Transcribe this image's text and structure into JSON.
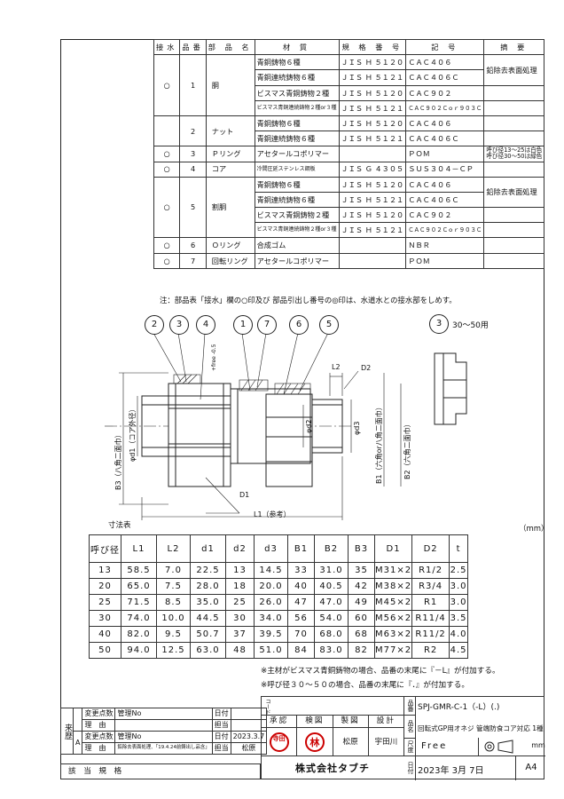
{
  "parts_table": {
    "headers": [
      "接水",
      "品番",
      "部 品 名",
      "材 質",
      "規 格 番 号",
      "記 号",
      "摘 要"
    ],
    "rows": [
      {
        "seg": "A",
        "first": true,
        "span": 4,
        "water": "○",
        "no": "1",
        "name": "胴",
        "material": "青銅鋳物６種",
        "standard": "ＪＩＳ Ｈ ５１２０",
        "symbol": "ＣＡＣ４０６",
        "remark": "鉛除去表面処理"
      },
      {
        "seg": "A",
        "material": "青銅連続鋳物６種",
        "standard": "ＪＩＳ Ｈ ５１２１",
        "symbol": "ＣＡＣ４０６Ｃ",
        "remark": ""
      },
      {
        "seg": "A",
        "material": "ビスマス青銅鋳物２種",
        "standard": "ＪＩＳ Ｈ ５１２０",
        "symbol": "ＣＡＣ９０２",
        "remark": ""
      },
      {
        "seg": "A",
        "material": "ビスマス青銅連続鋳物２種or３種",
        "standard": "ＪＩＳ Ｈ ５１２１",
        "symbol": "ＣＡＣ９０２Ｃｏｒ９０３Ｃ",
        "remark": ""
      },
      {
        "seg": "B",
        "first": true,
        "span": 2,
        "water": "",
        "no": "2",
        "name": "ナット",
        "material": "青銅鋳物６種",
        "standard": "ＪＩＳ Ｈ ５１２０",
        "symbol": "ＣＡＣ４０６",
        "remark": ""
      },
      {
        "seg": "B",
        "material": "青銅連続鋳物６種",
        "standard": "ＪＩＳ Ｈ ５１２１",
        "symbol": "ＣＡＣ４０６Ｃ",
        "remark": ""
      },
      {
        "seg": "C",
        "first": true,
        "span": 1,
        "water": "○",
        "no": "3",
        "name": "Ｐリング",
        "material": "アセタールコポリマー",
        "standard": "",
        "symbol": "ＰＯＭ",
        "remark": "呼び径13～25は白色\n呼び径30～50は緑色"
      },
      {
        "seg": "D",
        "first": true,
        "span": 1,
        "water": "○",
        "no": "4",
        "name": "コア",
        "material": "冷間圧延ステンレス鋼板",
        "standard": "ＪＩＳ Ｇ ４３０５",
        "symbol": "ＳＵＳ３０４－ＣＰ",
        "remark": ""
      },
      {
        "seg": "E",
        "first": true,
        "span": 4,
        "water": "○",
        "no": "5",
        "name": "割胴",
        "material": "青銅鋳物６種",
        "standard": "ＪＩＳ Ｈ ５１２０",
        "symbol": "ＣＡＣ４０６",
        "remark": "鉛除去表面処理"
      },
      {
        "seg": "E",
        "material": "青銅連続鋳物６種",
        "standard": "ＪＩＳ Ｈ ５１２１",
        "symbol": "ＣＡＣ４０６Ｃ",
        "remark": ""
      },
      {
        "seg": "E",
        "material": "ビスマス青銅鋳物２種",
        "standard": "ＪＩＳ Ｈ ５１２０",
        "symbol": "ＣＡＣ９０２",
        "remark": ""
      },
      {
        "seg": "E",
        "material": "ビスマス青銅連続鋳物２種or３種",
        "standard": "ＪＩＳ Ｈ ５１２１",
        "symbol": "ＣＡＣ９０２Ｃｏｒ９０３Ｃ",
        "remark": ""
      },
      {
        "seg": "F",
        "first": true,
        "span": 1,
        "water": "○",
        "no": "6",
        "name": "Ｏリング",
        "material": "合成ゴム",
        "standard": "",
        "symbol": "ＮＢＲ",
        "remark": ""
      },
      {
        "seg": "G",
        "first": true,
        "span": 1,
        "water": "○",
        "no": "7",
        "name": "回転リング",
        "material": "アセタールコポリマー",
        "standard": "",
        "symbol": "ＰＯＭ",
        "remark": ""
      }
    ]
  },
  "note_parts": "注：部品表「接水」欄の○印及び 部品引出し番号の◎印は、水道水との接水部をしめす。",
  "drawing": {
    "balloons": [
      "2",
      "3",
      "4",
      "1",
      "7",
      "6",
      "5"
    ],
    "detail_balloon": "3",
    "detail_label": "30～50用",
    "labels": {
      "L2": "L2",
      "D2": "D2",
      "D1": "D1",
      "L1": "L1（参考）",
      "d1": "φd1（コア外径）",
      "d2": "φd2",
      "d3": "φd3",
      "B1": "B1（六角or八角二面巾）",
      "B2": "B2（六角二面巾）",
      "B3": "B3（八角二面巾）",
      "free": "+free -0.5"
    }
  },
  "dims_label": "寸法表",
  "dims_unit": "（mm）",
  "dims_table": {
    "headers": [
      "呼び径",
      "L1",
      "L2",
      "d1",
      "d2",
      "d3",
      "B1",
      "B2",
      "B3",
      "D1",
      "D2",
      "t"
    ],
    "rows": [
      [
        "13",
        "58.5",
        "7.0",
        "22.5",
        "13",
        "14.5",
        "33",
        "31.0",
        "35",
        "M31×2",
        "R1/2",
        "2.5"
      ],
      [
        "20",
        "65.0",
        "7.5",
        "28.0",
        "18",
        "20.0",
        "40",
        "40.5",
        "42",
        "M38×2",
        "R3/4",
        "3.0"
      ],
      [
        "25",
        "71.5",
        "8.5",
        "35.0",
        "25",
        "26.0",
        "47",
        "47.0",
        "49",
        "M45×2",
        "R1",
        "3.0"
      ],
      [
        "30",
        "74.0",
        "10.0",
        "44.5",
        "30",
        "34.0",
        "56",
        "54.0",
        "60",
        "M56×2",
        "R11/4",
        "3.5"
      ],
      [
        "40",
        "82.0",
        "9.5",
        "50.7",
        "37",
        "39.5",
        "70",
        "68.0",
        "68",
        "M63×2",
        "R11/2",
        "4.0"
      ],
      [
        "50",
        "94.0",
        "12.5",
        "63.0",
        "48",
        "51.0",
        "84",
        "83.0",
        "82",
        "M77×2",
        "R2",
        "4.5"
      ]
    ]
  },
  "footnotes": [
    "※主材がビスマス青銅鋳物の場合、品番の末尾に『－L』が付加する。",
    "※呼び径３０～５０の場合、品番の末尾に『．』が付加する。"
  ],
  "revision": {
    "vert_label": "来歴",
    "rows": [
      {
        "mark": "",
        "a": "変更点数",
        "b": "管理No",
        "c": "日付",
        "d": ""
      },
      {
        "mark": "",
        "a": "理　由",
        "b": "",
        "c": "担当",
        "d": ""
      },
      {
        "mark": "A",
        "a": "変更点数",
        "b": "管理No",
        "c": "日付",
        "d": "2023.3.7"
      },
      {
        "mark": "",
        "a": "理　由",
        "b": "鉛除去表面処理、「19.4.24前鋳出し品含」",
        "c": "担当",
        "d": "松原"
      }
    ],
    "spec_label": "該　当　規　格"
  },
  "title_block": {
    "code_label": "コード",
    "part_no_label": "品番",
    "part_no": "SPJ-GMR-C-1（-L）(.)",
    "approve": [
      "承認",
      "検図",
      "製図",
      "設計"
    ],
    "stamp1": "寺田",
    "stamp2": "林",
    "drafter": "松原",
    "designer": "宇田川",
    "name_label": "品名",
    "name": "回転式GP用オネジ 管端防食コア対応 1種",
    "scale_label": "尺度",
    "scale": "Free",
    "unit": "mm",
    "company": "株式会社タブチ",
    "date_label": "日付",
    "date": "2023年 3月 7日",
    "size": "A4"
  }
}
